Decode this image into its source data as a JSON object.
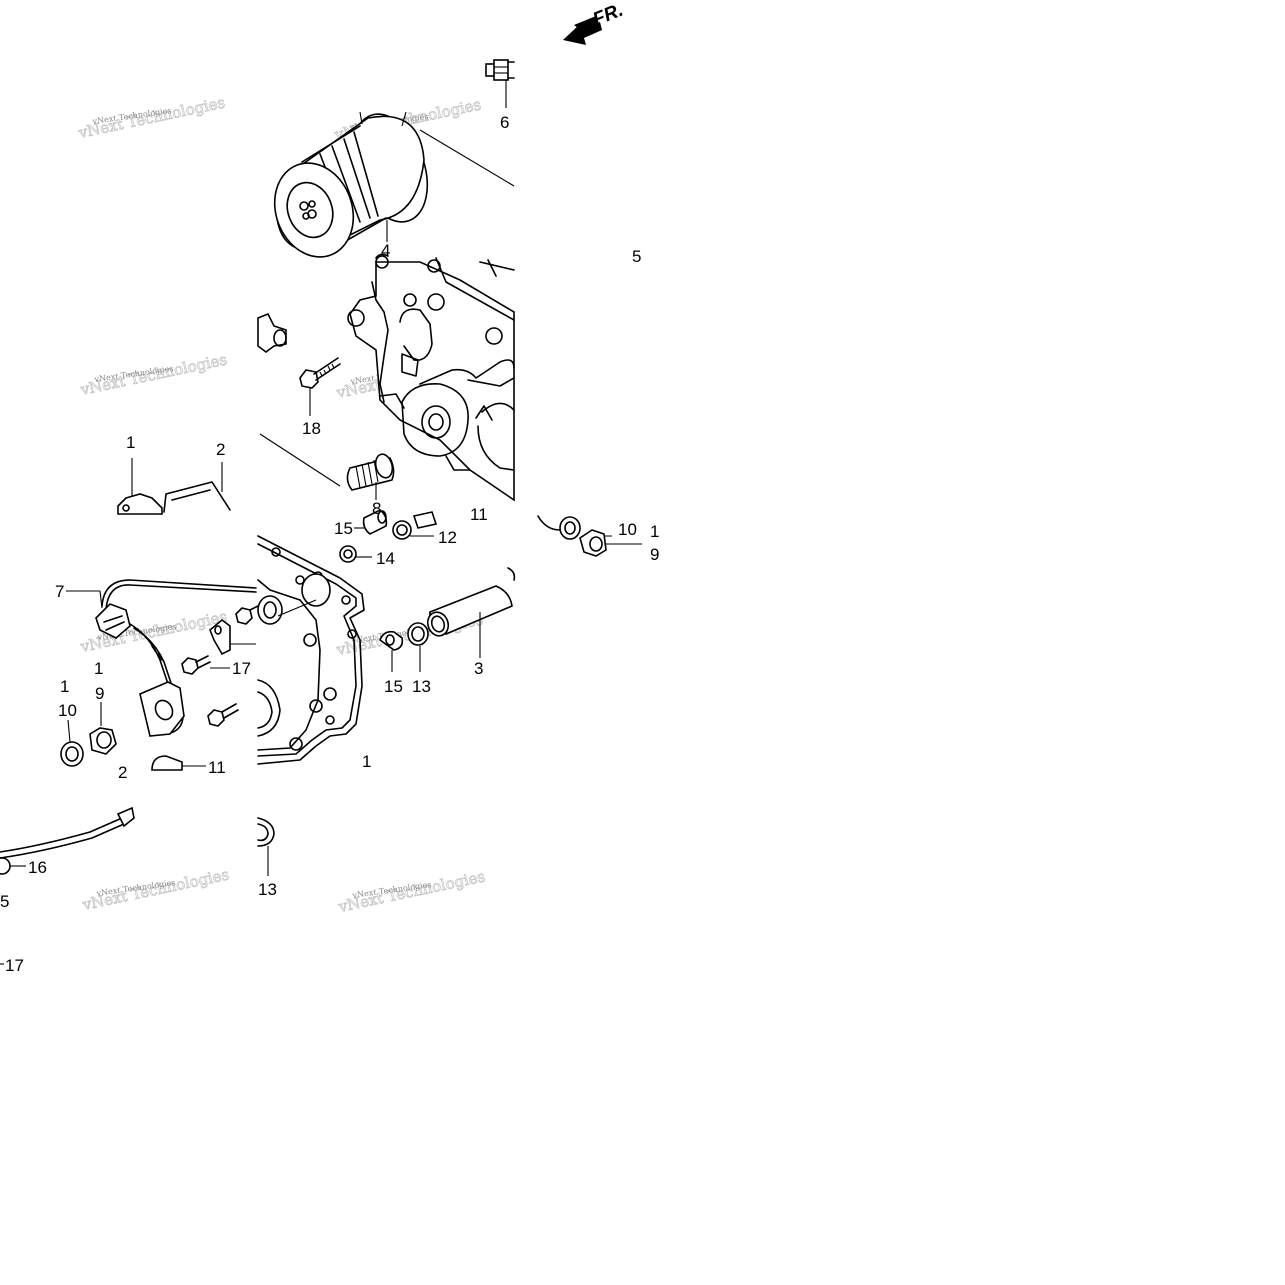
{
  "direction_label": "FR.",
  "watermark_text": "vNext Technologies",
  "callouts": {
    "c1": "1",
    "c2": "2",
    "c3": "3",
    "c4": "4",
    "c5": "5",
    "c6": "6",
    "c7": "7",
    "c8": "8",
    "c9": "9",
    "c10": "10",
    "c11": "11",
    "c12": "12",
    "c13": "13",
    "c14": "14",
    "c15": "15",
    "c16": "16",
    "c17": "17",
    "c18": "18"
  }
}
